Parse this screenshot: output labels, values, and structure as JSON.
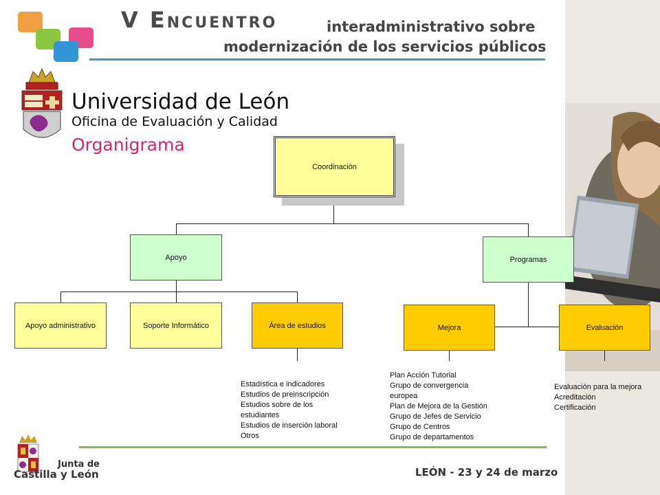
{
  "header": {
    "title_v": "V Encuentro",
    "title_line1": "interadministrativo sobre",
    "title_line2": "modernización de los servicios públicos"
  },
  "university": {
    "name": "Universidad de León",
    "office": "Oficina de Evaluación y Calidad"
  },
  "page_title": "Organigrama",
  "org": {
    "coordinacion": "Coordinación",
    "apoyo": "Apoyo",
    "programas": "Programas",
    "apoyo_admin": "Apoyo administrativo",
    "soporte": "Soporte Informático",
    "area": "Área de estudios",
    "mejora": "Mejora",
    "evaluacion": "Evaluación"
  },
  "lists": {
    "area": [
      "Estadística e indicadores",
      "Estudios de preinscripción",
      "Estudios sobre de los",
      "estudiantes",
      "Estudios de inserción laboral",
      "Otros"
    ],
    "mejora": [
      "Plan Acción Tutorial",
      "Grupo de convergencia",
      "europea",
      "Plan de Mejora de la Gestión",
      "Grupo de Jefes de Servicio",
      "Grupo de Centros",
      "Grupo de departamentos"
    ],
    "evaluacion": [
      "Evaluación para la mejora",
      "Acreditación",
      "Certificación"
    ]
  },
  "footer": {
    "junta_line1": "Junta de",
    "junta_line2": "Castilla y León",
    "date": "LEÓN - 23 y 24 de marzo"
  },
  "colors": {
    "accent_pink": "#d6246e",
    "rule_blue": "#3f97c9",
    "node_green": "#ccffcc",
    "node_gold": "#ffcc00",
    "node_yellow": "#ffff99"
  }
}
